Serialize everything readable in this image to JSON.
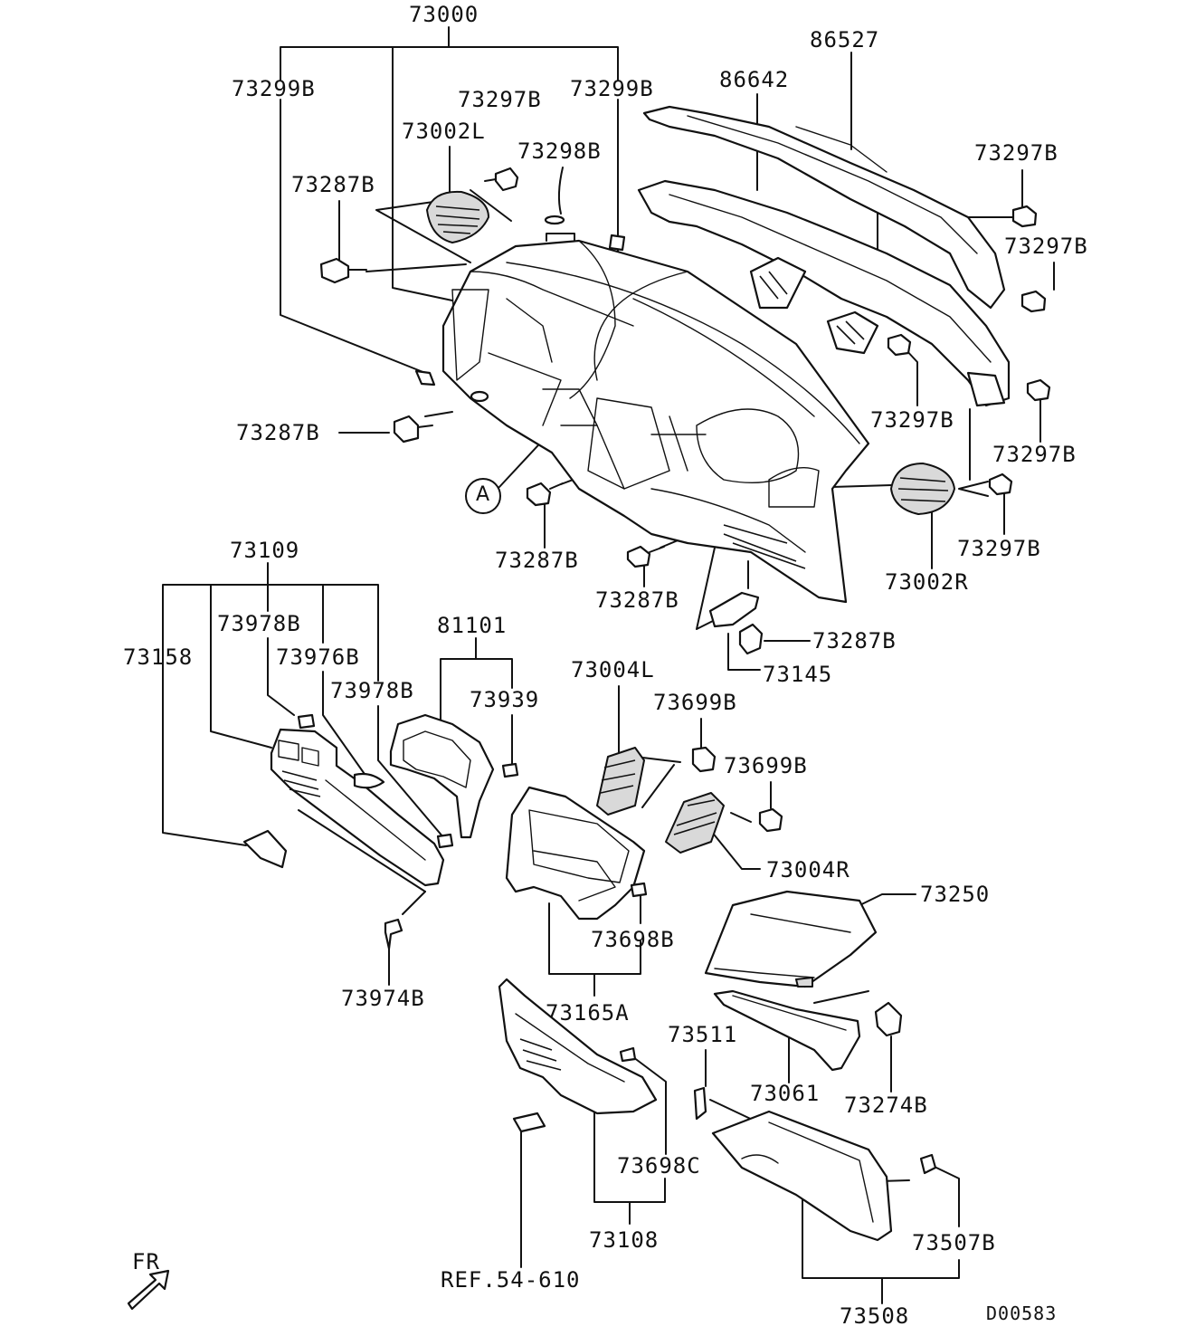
{
  "labels": {
    "p73000": "73000",
    "p86527": "86527",
    "p73299b_l": "73299B",
    "p73297b_top": "73297B",
    "p73299b_r": "73299B",
    "p86642": "86642",
    "p73002l": "73002L",
    "p73298b": "73298B",
    "p73297b_r1": "73297B",
    "p73287b_a": "73287B",
    "p73297b_r2": "73297B",
    "p73297b_r3": "73297B",
    "p73287b_b": "73287B",
    "p73297b_r4": "73297B",
    "circle_a": "A",
    "p73287b_c": "73287B",
    "p73297b_r5": "73297B",
    "p73109": "73109",
    "p73002r": "73002R",
    "p73287b_d": "73287B",
    "p73978b_a": "73978B",
    "p81101": "81101",
    "p73287b_e": "73287B",
    "p73158": "73158",
    "p73976b": "73976B",
    "p73004l": "73004L",
    "p73145": "73145",
    "p73978b_b": "73978B",
    "p73939": "73939",
    "p73699b_a": "73699B",
    "p73699b_b": "73699B",
    "p73004r": "73004R",
    "p73250": "73250",
    "p73698b": "73698B",
    "p73974b": "73974B",
    "p73165a": "73165A",
    "p73511": "73511",
    "p73061": "73061",
    "p73274b": "73274B",
    "p73698c": "73698C",
    "p73507b": "73507B",
    "p73108": "73108",
    "fr": "FR",
    "ref": "REF.54-610",
    "p73508": "73508",
    "code": "D00583"
  }
}
